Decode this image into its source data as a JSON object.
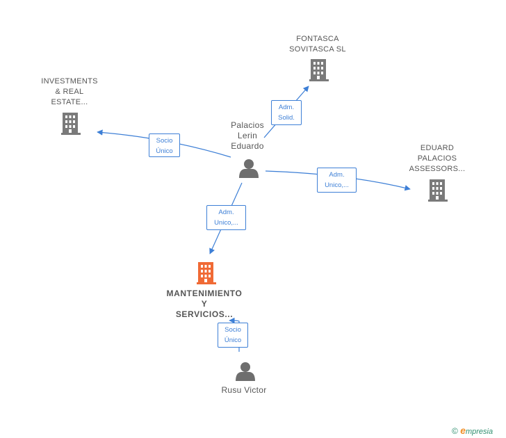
{
  "nodes": {
    "investments": {
      "label": "INVESTMENTS\n& REAL\nESTATE..."
    },
    "fontasca": {
      "label": "FONTASCA\nSOVITASCA  SL"
    },
    "eduard": {
      "label": "EDUARD\nPALACIOS\nASSESSORS..."
    },
    "palacios": {
      "label": "Palacios\nLerin\nEduardo"
    },
    "mantenimiento": {
      "label": "MANTENIMIENTO\nY\nSERVICIOS..."
    },
    "rusu": {
      "label": "Rusu Victor"
    }
  },
  "edges": {
    "to_fontasca": {
      "label": "Adm.\nSolid."
    },
    "to_investments": {
      "label": "Socio\nÚnico"
    },
    "to_eduard": {
      "label": "Adm.\nUnico,..."
    },
    "to_mantenimiento": {
      "label": "Adm.\nUnico,..."
    },
    "rusu_to_mantenimiento": {
      "label": "Socio\nÚnico"
    }
  },
  "footer": {
    "copyright": "©",
    "brand_e": "e",
    "brand_rest": "mpresia"
  },
  "colors": {
    "edge": "#3d7fd6",
    "company_icon": "#7a7a7a",
    "focus_company_icon": "#f06a35",
    "person_icon": "#6e6e6e"
  }
}
